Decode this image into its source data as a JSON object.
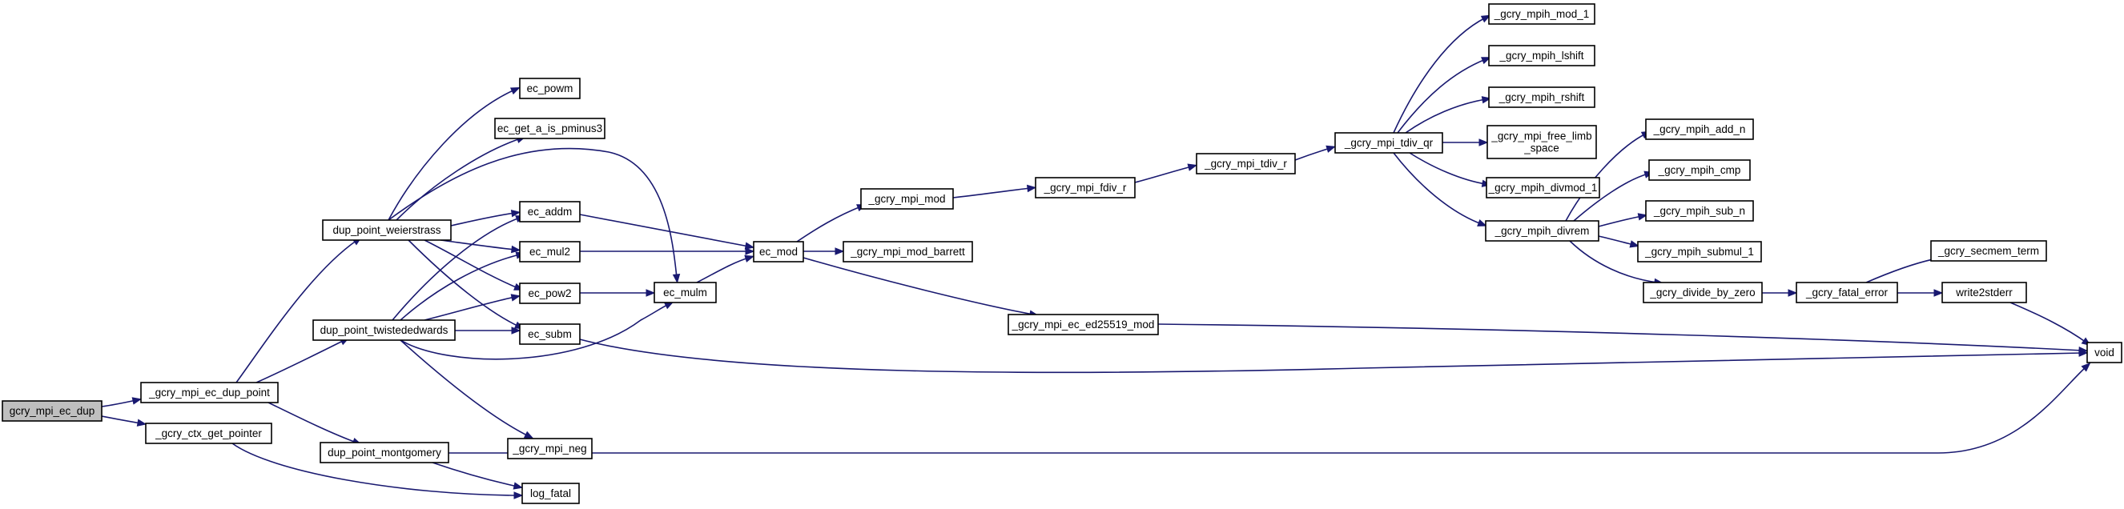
{
  "graph": {
    "edge_color": "#191970",
    "root_fill": "#bfbfbf",
    "nodes": [
      {
        "id": "root",
        "label": "gcry_mpi_ec_dup",
        "root": true
      },
      {
        "id": "dup_point",
        "label": "_gcry_mpi_ec_dup_point"
      },
      {
        "id": "ctx_get",
        "label": "_gcry_ctx_get_pointer"
      },
      {
        "id": "weier",
        "label": "dup_point_weierstrass"
      },
      {
        "id": "twisted",
        "label": "dup_point_twistededwards"
      },
      {
        "id": "mont",
        "label": "dup_point_montgomery"
      },
      {
        "id": "ec_powm",
        "label": "ec_powm"
      },
      {
        "id": "ec_get_a",
        "label": "ec_get_a_is_pminus3"
      },
      {
        "id": "ec_addm",
        "label": "ec_addm"
      },
      {
        "id": "ec_mul2",
        "label": "ec_mul2"
      },
      {
        "id": "ec_pow2",
        "label": "ec_pow2"
      },
      {
        "id": "ec_subm",
        "label": "ec_subm"
      },
      {
        "id": "mpi_neg",
        "label": "_gcry_mpi_neg"
      },
      {
        "id": "log_fatal",
        "label": "log_fatal"
      },
      {
        "id": "ec_mulm",
        "label": "ec_mulm"
      },
      {
        "id": "ec_mod",
        "label": "ec_mod"
      },
      {
        "id": "mpi_mod",
        "label": "_gcry_mpi_mod"
      },
      {
        "id": "mod_barrett",
        "label": "_gcry_mpi_mod_barrett"
      },
      {
        "id": "ed25519",
        "label": "_gcry_mpi_ec_ed25519_mod"
      },
      {
        "id": "fdiv_r",
        "label": "_gcry_mpi_fdiv_r"
      },
      {
        "id": "tdiv_r",
        "label": "_gcry_mpi_tdiv_r"
      },
      {
        "id": "tdiv_qr",
        "label": "_gcry_mpi_tdiv_qr"
      },
      {
        "id": "mod_1",
        "label": "_gcry_mpih_mod_1"
      },
      {
        "id": "lshift",
        "label": "_gcry_mpih_lshift"
      },
      {
        "id": "rshift",
        "label": "_gcry_mpih_rshift"
      },
      {
        "id": "free_limb",
        "label": [
          "_gcry_mpi_free_limb",
          "_space"
        ]
      },
      {
        "id": "divmod_1",
        "label": "_gcry_mpih_divmod_1"
      },
      {
        "id": "divrem",
        "label": "_gcry_mpih_divrem"
      },
      {
        "id": "add_n",
        "label": "_gcry_mpih_add_n"
      },
      {
        "id": "cmp",
        "label": "_gcry_mpih_cmp"
      },
      {
        "id": "sub_n",
        "label": "_gcry_mpih_sub_n"
      },
      {
        "id": "submul_1",
        "label": "_gcry_mpih_submul_1"
      },
      {
        "id": "divide_by_zero",
        "label": "_gcry_divide_by_zero"
      },
      {
        "id": "fatal_error",
        "label": "_gcry_fatal_error"
      },
      {
        "id": "secmem_term",
        "label": "_gcry_secmem_term"
      },
      {
        "id": "write2stderr",
        "label": "write2stderr"
      },
      {
        "id": "void",
        "label": "void"
      }
    ],
    "edges": [
      [
        "root",
        "dup_point"
      ],
      [
        "root",
        "ctx_get"
      ],
      [
        "dup_point",
        "weier"
      ],
      [
        "dup_point",
        "twisted"
      ],
      [
        "dup_point",
        "mont"
      ],
      [
        "ctx_get",
        "log_fatal"
      ],
      [
        "weier",
        "ec_powm"
      ],
      [
        "weier",
        "ec_get_a"
      ],
      [
        "weier",
        "ec_mulm"
      ],
      [
        "weier",
        "ec_addm"
      ],
      [
        "weier",
        "ec_mul2"
      ],
      [
        "weier",
        "ec_pow2"
      ],
      [
        "weier",
        "ec_subm"
      ],
      [
        "twisted",
        "ec_addm"
      ],
      [
        "twisted",
        "ec_mul2"
      ],
      [
        "twisted",
        "ec_pow2"
      ],
      [
        "twisted",
        "ec_subm"
      ],
      [
        "twisted",
        "ec_mulm"
      ],
      [
        "twisted",
        "mpi_neg"
      ],
      [
        "mont",
        "log_fatal"
      ],
      [
        "mont",
        "void"
      ],
      [
        "ec_addm",
        "ec_mod"
      ],
      [
        "ec_mul2",
        "ec_mod"
      ],
      [
        "ec_pow2",
        "ec_mulm"
      ],
      [
        "ec_subm",
        "void"
      ],
      [
        "ec_mulm",
        "ec_mod"
      ],
      [
        "ec_mod",
        "mpi_mod"
      ],
      [
        "ec_mod",
        "mod_barrett"
      ],
      [
        "ec_mod",
        "ed25519"
      ],
      [
        "mpi_mod",
        "fdiv_r"
      ],
      [
        "fdiv_r",
        "tdiv_r"
      ],
      [
        "tdiv_r",
        "tdiv_qr"
      ],
      [
        "ed25519",
        "void"
      ],
      [
        "tdiv_qr",
        "mod_1"
      ],
      [
        "tdiv_qr",
        "lshift"
      ],
      [
        "tdiv_qr",
        "rshift"
      ],
      [
        "tdiv_qr",
        "free_limb"
      ],
      [
        "tdiv_qr",
        "divmod_1"
      ],
      [
        "tdiv_qr",
        "divrem"
      ],
      [
        "divrem",
        "add_n"
      ],
      [
        "divrem",
        "cmp"
      ],
      [
        "divrem",
        "sub_n"
      ],
      [
        "divrem",
        "submul_1"
      ],
      [
        "divrem",
        "divide_by_zero"
      ],
      [
        "divide_by_zero",
        "fatal_error"
      ],
      [
        "fatal_error",
        "secmem_term"
      ],
      [
        "fatal_error",
        "write2stderr"
      ],
      [
        "write2stderr",
        "void"
      ]
    ]
  }
}
